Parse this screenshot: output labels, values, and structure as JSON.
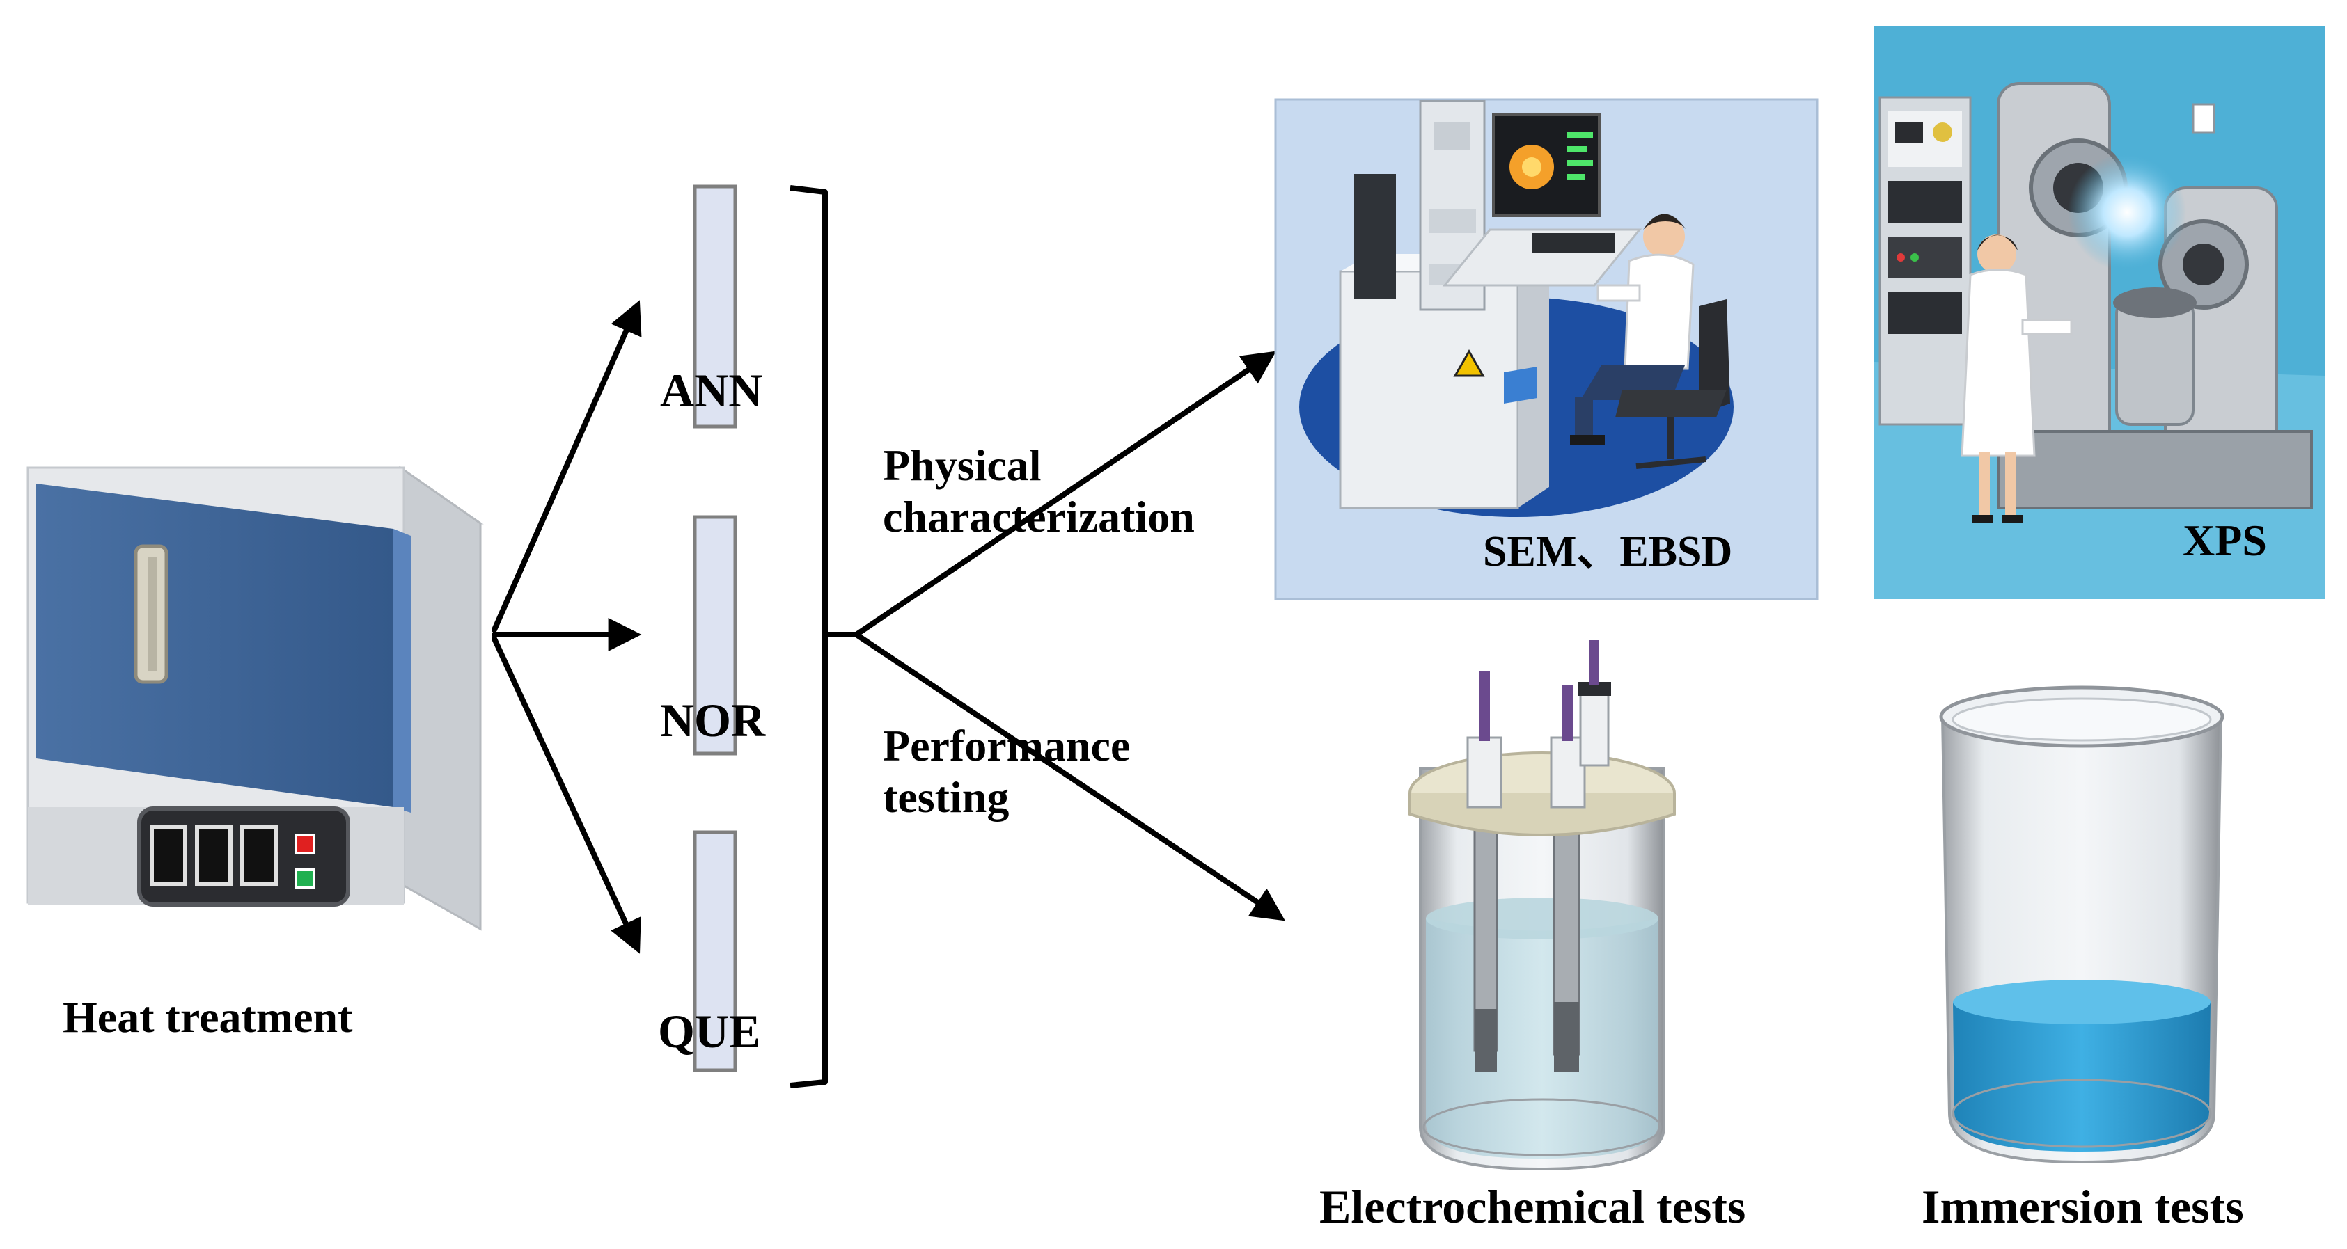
{
  "diagram": {
    "furnace_label": "Heat treatment",
    "samples": [
      {
        "label": "ANN"
      },
      {
        "label": "NOR"
      },
      {
        "label": "QUE"
      }
    ],
    "branch_physical": [
      "Physical",
      "characterization"
    ],
    "branch_performance": [
      "Performance",
      "testing"
    ],
    "panel_sem_label": "SEM、EBSD",
    "panel_xps_label": "XPS",
    "cell_label": "Electrochemical tests",
    "beaker_label": "Immersion tests"
  },
  "colors": {
    "furnace_door": "#3e6496",
    "sample_bar": "#dde3f2",
    "sem_background": "#c8daf0",
    "xps_background": "#4eb0d6",
    "solution": "#3aa3d6"
  }
}
